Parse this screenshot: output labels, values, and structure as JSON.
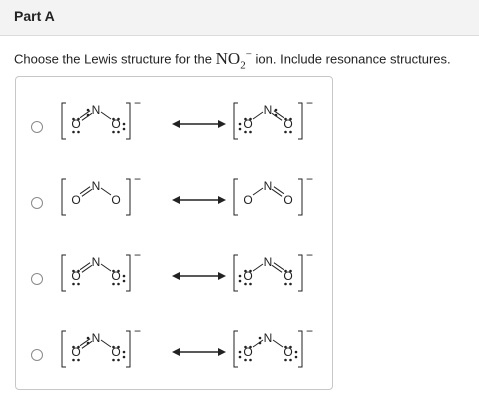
{
  "header": {
    "title": "Part A"
  },
  "question": {
    "prefix": "Choose the Lewis structure for the",
    "formula_main": "NO",
    "formula_sub": "2",
    "formula_sup": "−",
    "suffix": "ion. Include resonance structures."
  },
  "atoms": {
    "nitrogen": "N",
    "oxygen": "O"
  },
  "ion_charge": "−",
  "options": [
    {
      "id": "a"
    },
    {
      "id": "b"
    },
    {
      "id": "c"
    },
    {
      "id": "d"
    }
  ]
}
